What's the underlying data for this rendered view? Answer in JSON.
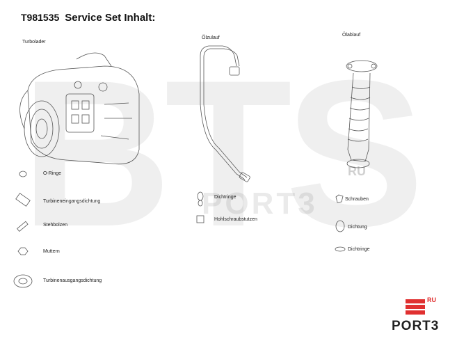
{
  "header": {
    "part_number": "T981535",
    "title": "Service Set Inhalt:"
  },
  "sections": {
    "turbo": "Turbolader",
    "oil_in": "Ölzulauf",
    "oil_out": "Ölablauf"
  },
  "items": {
    "o_rings": "O-Ringe",
    "inlet_gasket": "Turbineneingangsdichtung",
    "studs": "Stehbolzen",
    "nuts": "Muttern",
    "outlet_gasket": "Turbinenausgangsdichtung",
    "seal_rings_in": "Dichtringe",
    "banjo_bolts": "Hohlschraubstutzen",
    "screws": "Schrauben",
    "gasket": "Dichtung",
    "seal_rings_out": "Dichtringe"
  },
  "watermark": {
    "big": "BTS",
    "port": "PORT3",
    "ru": "RU"
  },
  "logo": {
    "ru": "RU",
    "text": "PORT3"
  },
  "colors": {
    "logo_accent": "#e03030"
  }
}
